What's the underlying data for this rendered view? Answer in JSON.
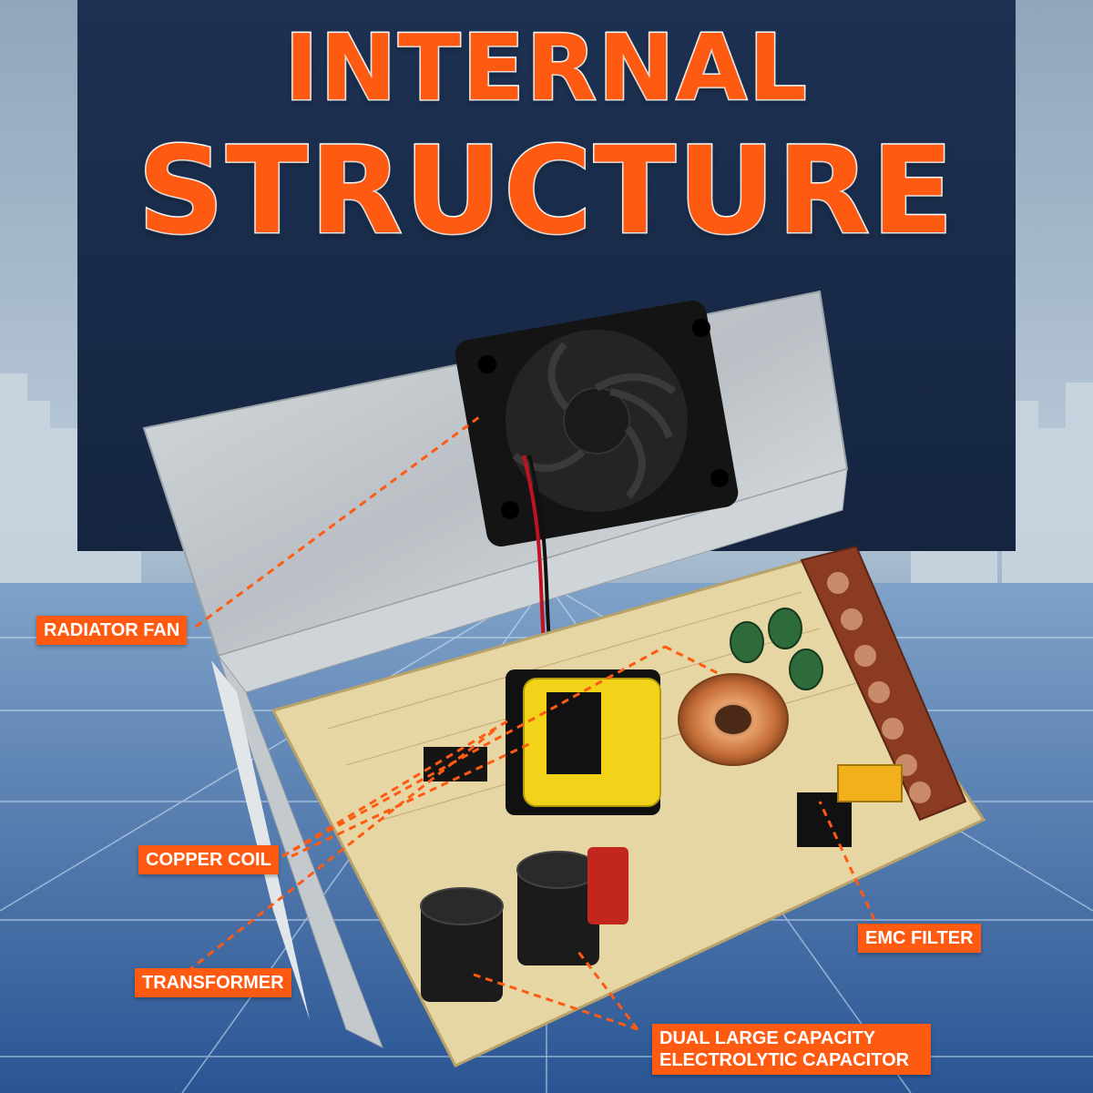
{
  "headline": {
    "line1": "INTERNAL",
    "line2": "STRUCTURE"
  },
  "callouts": {
    "radiator_fan": "RADIATOR FAN",
    "copper_coil": "COPPER COIL",
    "transformer": "TRANSFORMER",
    "emc_filter": "EMC FILTER",
    "capacitor_line1": "DUAL LARGE CAPACITY",
    "capacitor_line2": "ELECTROLYTIC CAPACITOR"
  },
  "colors": {
    "accent": "#ff5a12",
    "banner": "#1a2c4a",
    "pcb": "#e6d6a4"
  }
}
